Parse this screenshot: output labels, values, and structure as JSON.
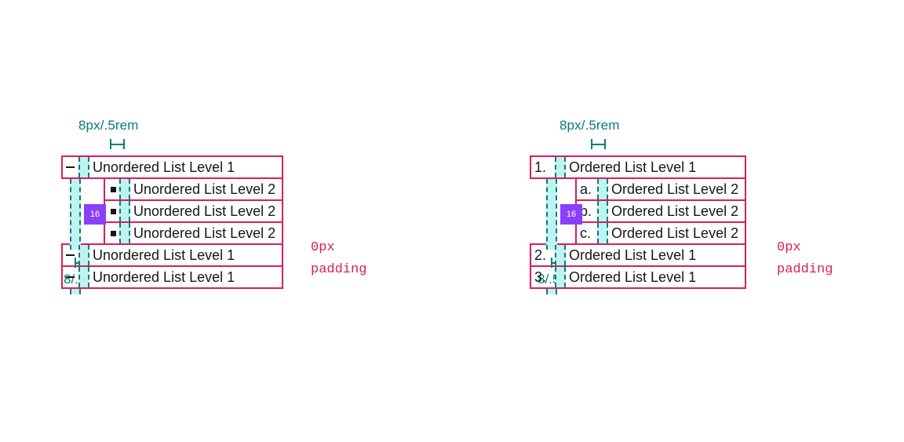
{
  "colors": {
    "accent_crimson": "#da1e5b",
    "teal": "#007d79",
    "cyan_fill": "#bdf4f2",
    "purple_badge": "#8a3ffc",
    "text": "#161616",
    "background": "#ffffff"
  },
  "diagrams": [
    {
      "id": "unordered-list-spec",
      "type": "unordered",
      "top_label": "8px/.5rem",
      "bottom_label": "8/.5",
      "badge_value": "16",
      "padding_note": "0px\npadding",
      "rows": [
        {
          "level": 1,
          "marker": "dash-bullet",
          "marker_text": "",
          "text": "Unordered List Level 1"
        },
        {
          "level": 2,
          "marker": "square-bullet",
          "marker_text": "",
          "text": "Unordered List Level 2"
        },
        {
          "level": 2,
          "marker": "square-bullet",
          "marker_text": "",
          "text": "Unordered List Level 2"
        },
        {
          "level": 2,
          "marker": "square-bullet",
          "marker_text": "",
          "text": "Unordered List Level 2"
        },
        {
          "level": 1,
          "marker": "dash-bullet",
          "marker_text": "",
          "text": "Unordered List Level 1"
        },
        {
          "level": 1,
          "marker": "dash-bullet",
          "marker_text": "",
          "text": "Unordered List Level 1"
        }
      ]
    },
    {
      "id": "ordered-list-spec",
      "type": "ordered",
      "top_label": "8px/.5rem",
      "bottom_label": "8/.5",
      "badge_value": "16",
      "padding_note": "0px\npadding",
      "rows": [
        {
          "level": 1,
          "marker": "number",
          "marker_text": "1.",
          "text": "Ordered List Level 1"
        },
        {
          "level": 2,
          "marker": "letter",
          "marker_text": "a.",
          "text": "Ordered List Level 2"
        },
        {
          "level": 2,
          "marker": "letter",
          "marker_text": "b.",
          "text": "Ordered List Level 2"
        },
        {
          "level": 2,
          "marker": "letter",
          "marker_text": "c.",
          "text": "Ordered List Level 2"
        },
        {
          "level": 1,
          "marker": "number",
          "marker_text": "2.",
          "text": "Ordered List Level 1"
        },
        {
          "level": 1,
          "marker": "number",
          "marker_text": "3.",
          "text": "Ordered List Level 1"
        }
      ]
    }
  ]
}
